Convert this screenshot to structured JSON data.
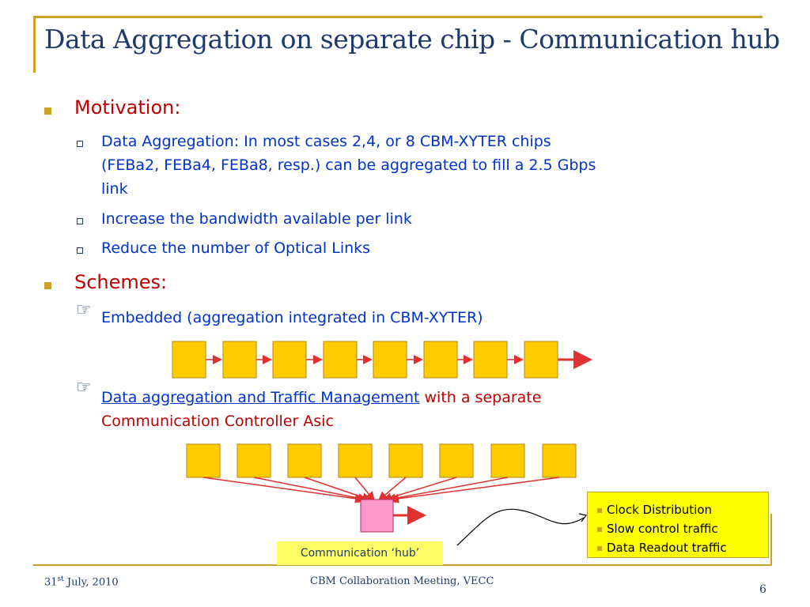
{
  "title": "Data Aggregation on separate chip - Communication hub",
  "motivation": {
    "heading": "Motivation:",
    "items": [
      "Data Aggregation: In most cases 2,4, or 8 CBM-XYTER chips",
      "(FEBa2, FEBa4, FEBa8, resp.) can be aggregated to fill a 2.5 Gbps",
      "link",
      "Increase the bandwidth available per link",
      "Reduce the number of Optical Links"
    ]
  },
  "schemes": {
    "heading": "Schemes:",
    "embedded": "Embedded (aggregation integrated in CBM-XYTER)",
    "separate_link": "Data aggregation and Traffic Management",
    "separate_rest1": " with a separate",
    "separate_rest2": "Communication Controller Asic"
  },
  "hub_label": "Communication ‘hub’",
  "info_box": {
    "items": [
      "Clock Distribution",
      "Slow control traffic",
      "Data Readout traffic"
    ]
  },
  "footer": {
    "date_day": "31",
    "date_sup": "st",
    "date_rest": " July, 2010",
    "event": "CBM Collaboration Meeting, VECC",
    "page": "6"
  },
  "colors": {
    "accent": "#c9a227",
    "chip_fill": "#ffcc00",
    "hub_fill": "#ff99cc",
    "arrow": "#e03030"
  }
}
